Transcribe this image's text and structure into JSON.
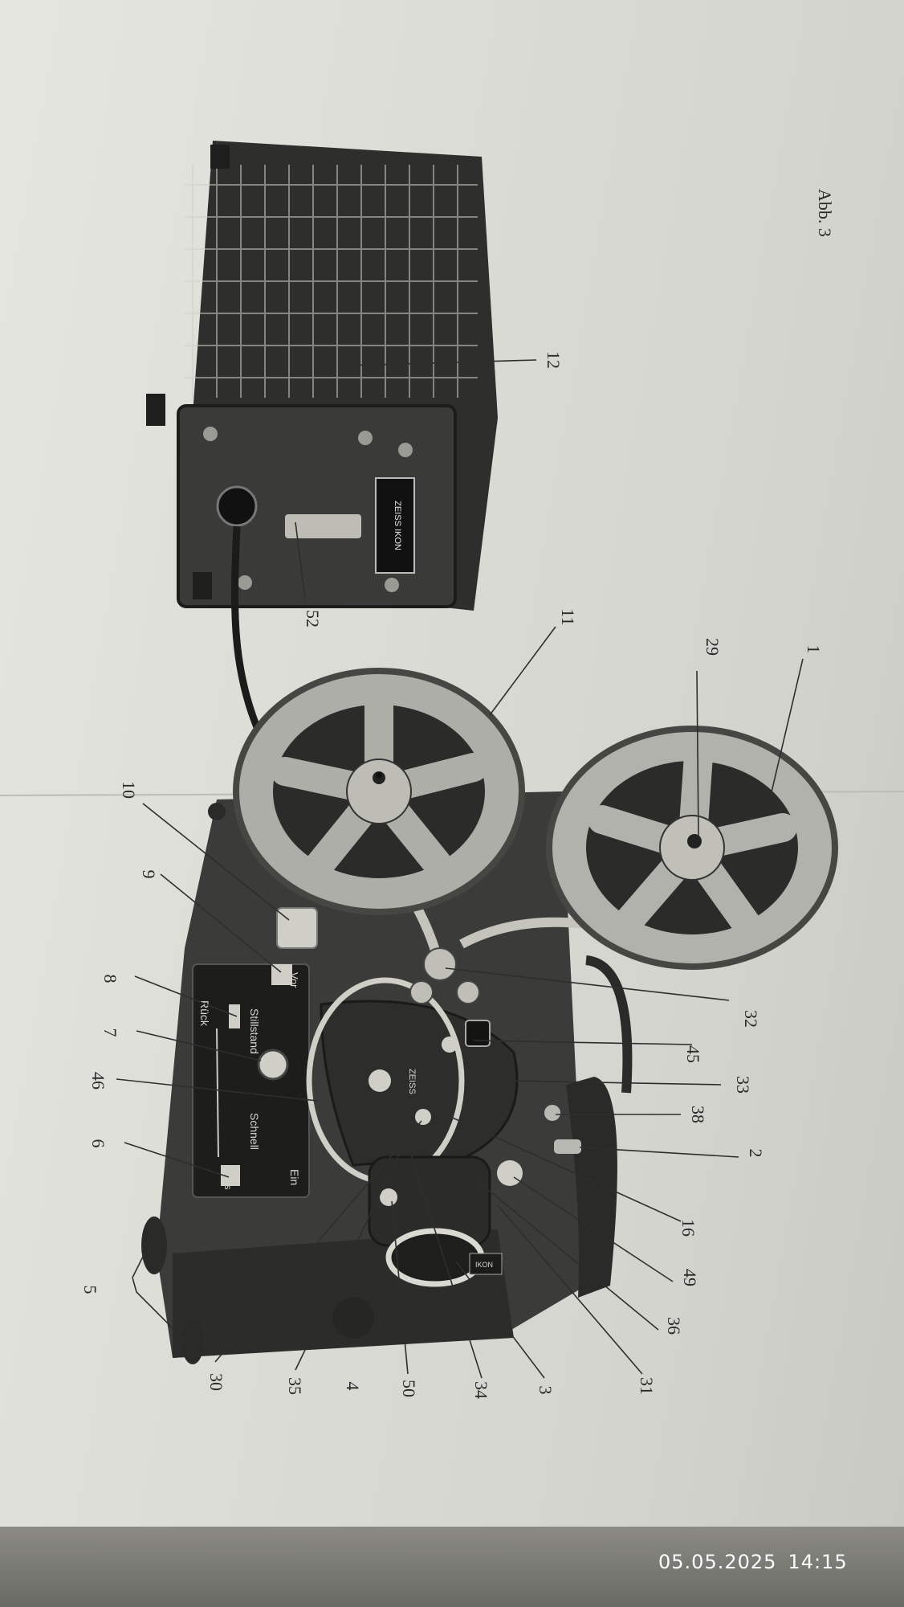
{
  "figure": {
    "caption": "Abb. 3",
    "labels": [
      "1",
      "2",
      "3",
      "4",
      "5",
      "6",
      "7",
      "8",
      "9",
      "10",
      "11",
      "12",
      "16",
      "29",
      "30",
      "31",
      "32",
      "33",
      "34",
      "35",
      "36",
      "38",
      "45",
      "46",
      "49",
      "50",
      "52"
    ]
  },
  "panel": {
    "rueck": "Rück",
    "stillstand": "Stillstand",
    "schnell": "Schnell",
    "ein": "Ein",
    "vor": "Vor",
    "aus": "Aus"
  },
  "brand": {
    "zeiss": "ZEISS",
    "ikon": "IKON",
    "plate": "ZEISS IKON"
  },
  "overlay": {
    "date": "05.05.2025",
    "time": "14:15"
  }
}
